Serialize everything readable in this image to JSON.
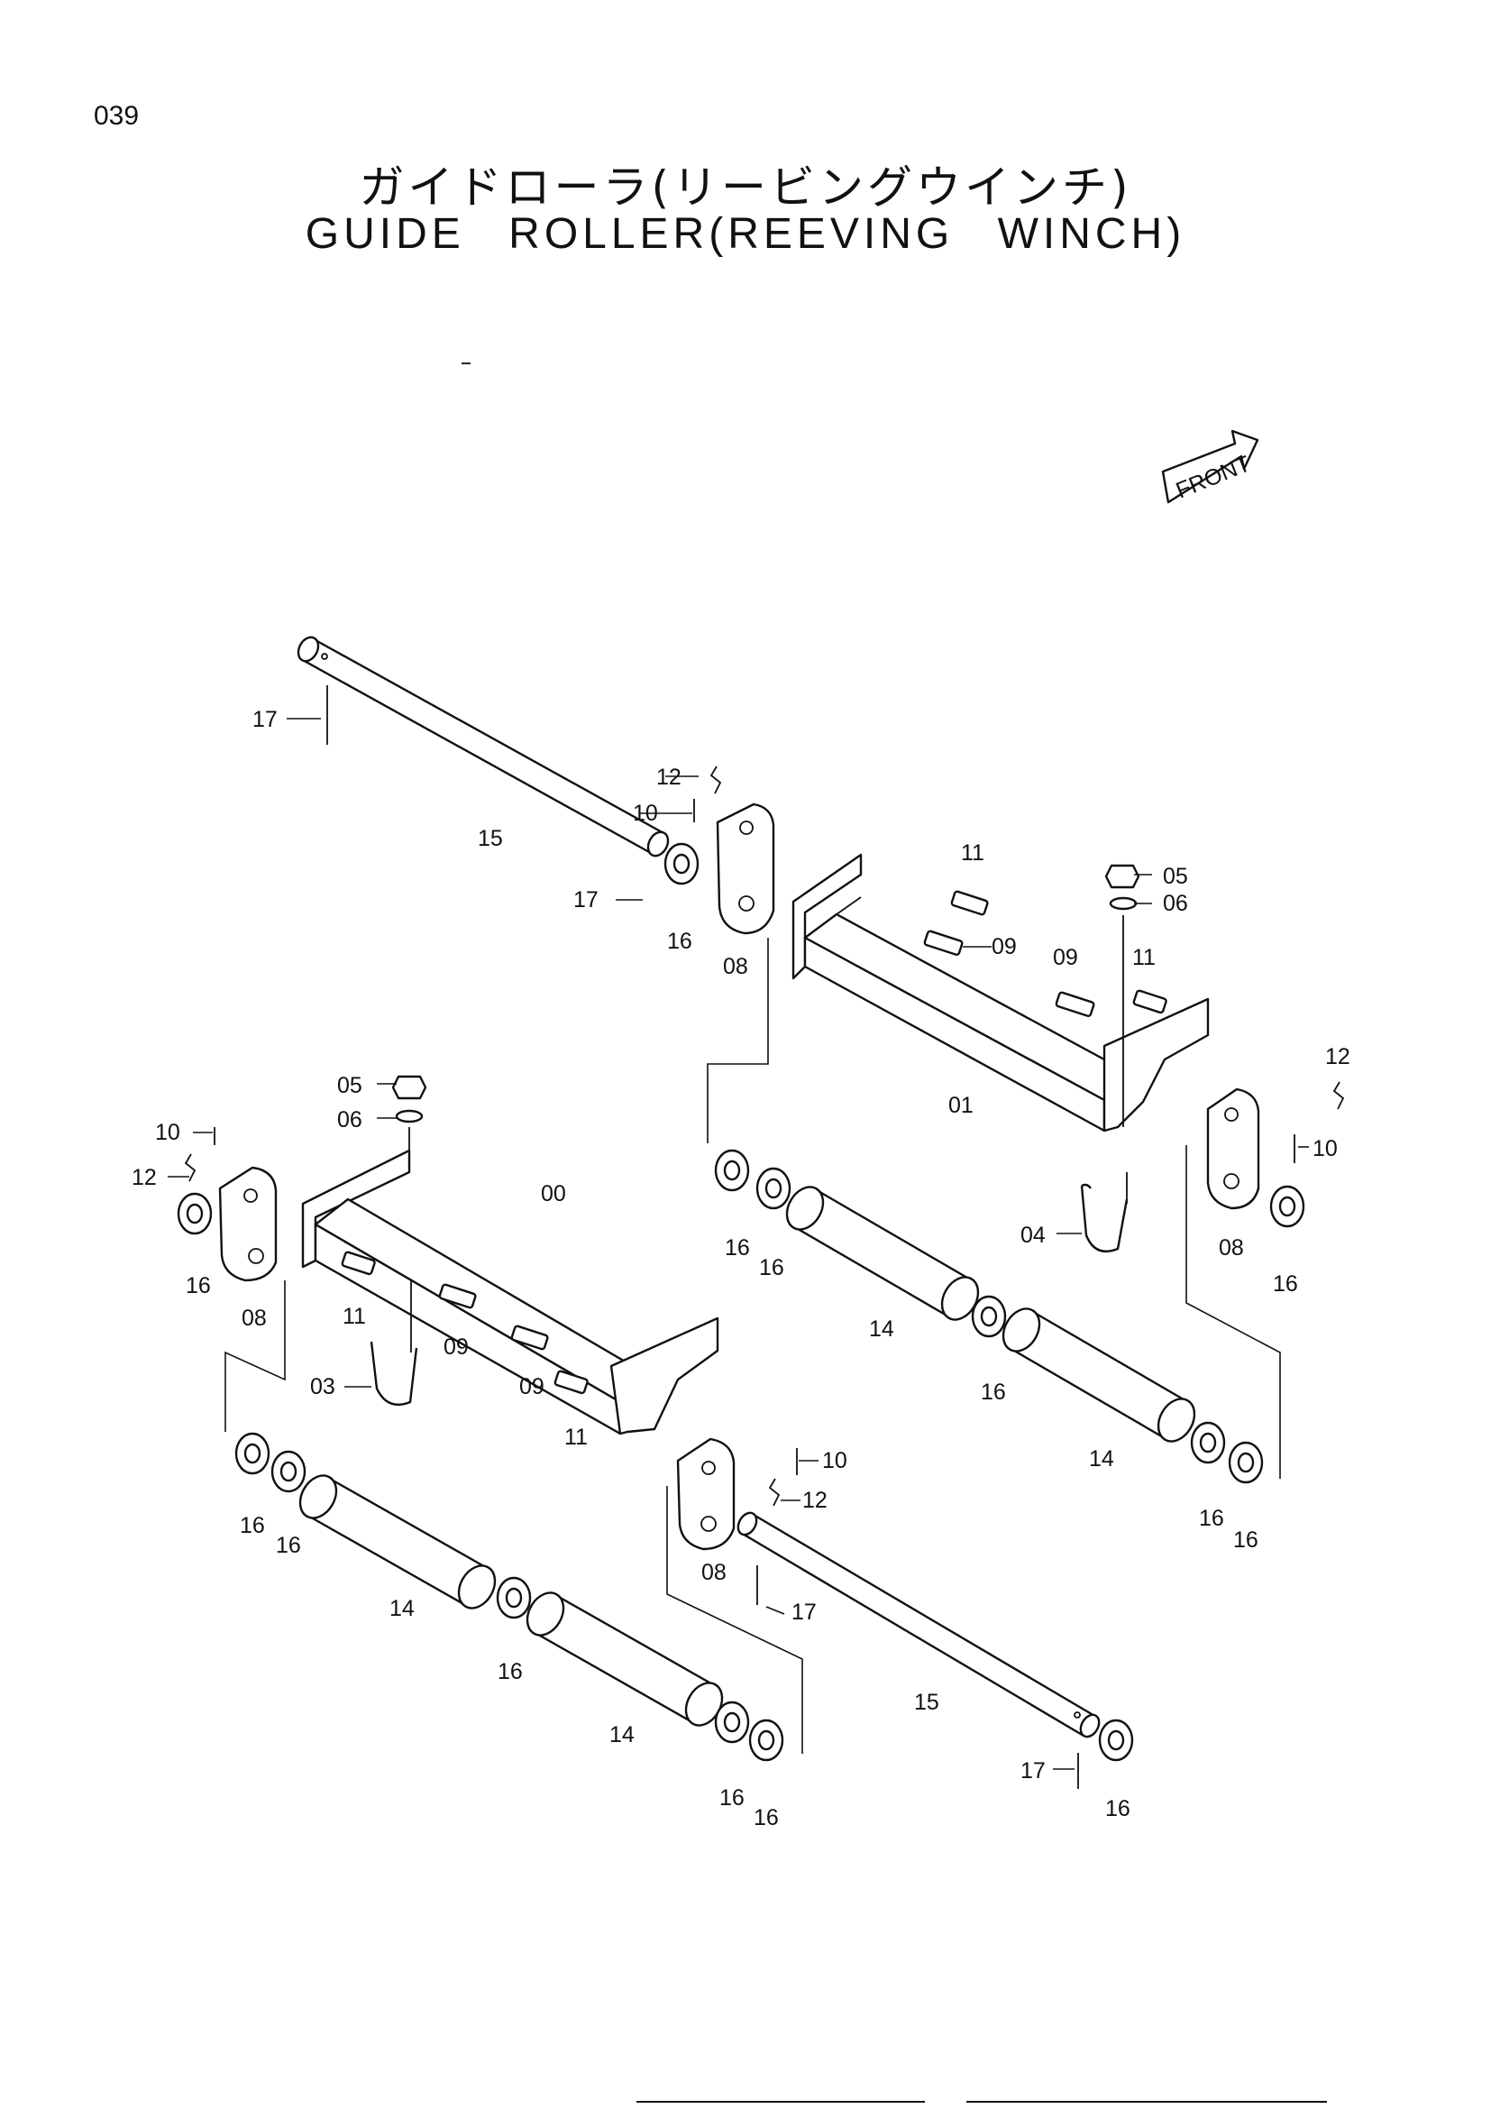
{
  "page_number": "039",
  "title": {
    "japanese": "ガイドローラ(リービングウインチ)",
    "english": "GUIDE ROLLER(REEVING WINCH)"
  },
  "front_marker": "FRONT",
  "callouts": {
    "c_17a": "17",
    "c_15a": "15",
    "c_12a": "12",
    "c_10a": "10",
    "c_17b": "17",
    "c_16a": "16",
    "c_08a": "08",
    "c_11a": "11",
    "c_09a": "09",
    "c_05a": "05",
    "c_06a": "06",
    "c_09b": "09",
    "c_11b": "11",
    "c_01": "01",
    "c_12b": "12",
    "c_10b": "10",
    "c_16b": "16",
    "c_16c": "16",
    "c_04": "04",
    "c_08b": "08",
    "c_16d": "16",
    "c_14a": "14",
    "c_16e": "16",
    "c_14b": "14",
    "c_16f": "16",
    "c_16g": "16",
    "c_05b": "05",
    "c_06b": "06",
    "c_10c": "10",
    "c_12c": "12",
    "c_16h": "16",
    "c_08c": "08",
    "c_11c": "11",
    "c_00": "00",
    "c_09c": "09",
    "c_03": "03",
    "c_09d": "09",
    "c_11d": "11",
    "c_10d": "10",
    "c_12d": "12",
    "c_08d": "08",
    "c_17c": "17",
    "c_16i": "16",
    "c_16j": "16",
    "c_14c": "14",
    "c_16k": "16",
    "c_14d": "14",
    "c_15b": "15",
    "c_16l": "16",
    "c_16m": "16",
    "c_17d": "17",
    "c_16n": "16"
  }
}
